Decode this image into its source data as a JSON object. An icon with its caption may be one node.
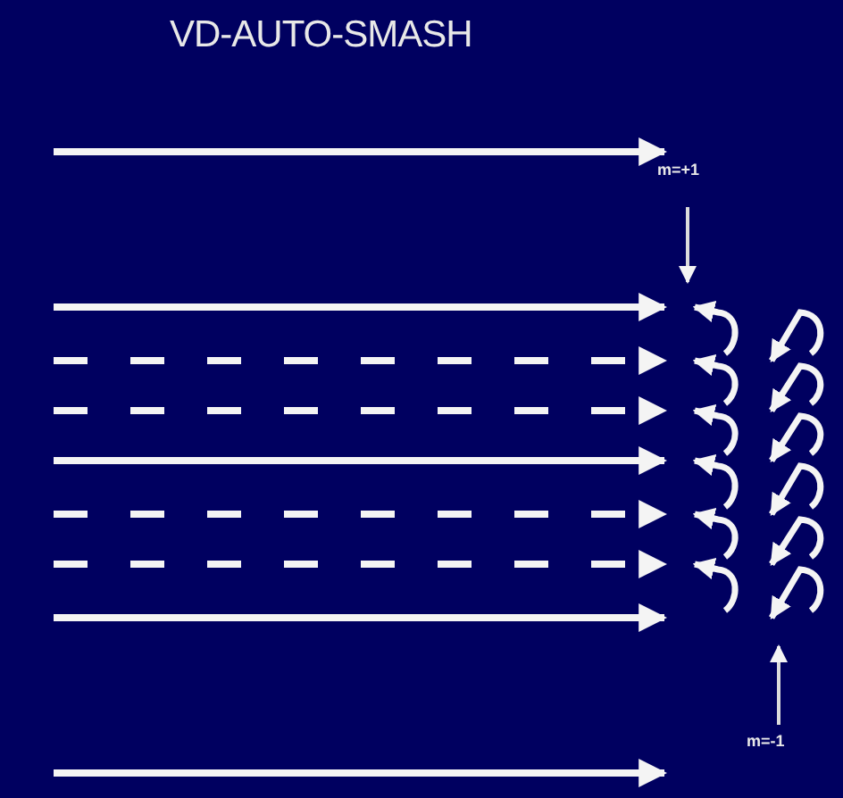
{
  "diagram": {
    "title": "VD-AUTO-SMASH",
    "nodes": [
      {
        "text": [
          "m=+1"
        ]
      },
      {
        "text": [],
        "shape": "picture"
      },
      {
        "text": [],
        "shape": "picture"
      },
      {
        "text": [
          "m=-1"
        ]
      }
    ],
    "edges": [
      {
        "from": 0,
        "to": 1,
        "arrow": "to"
      },
      {
        "from": 3,
        "to": 2,
        "arrow": "to"
      }
    ]
  }
}
